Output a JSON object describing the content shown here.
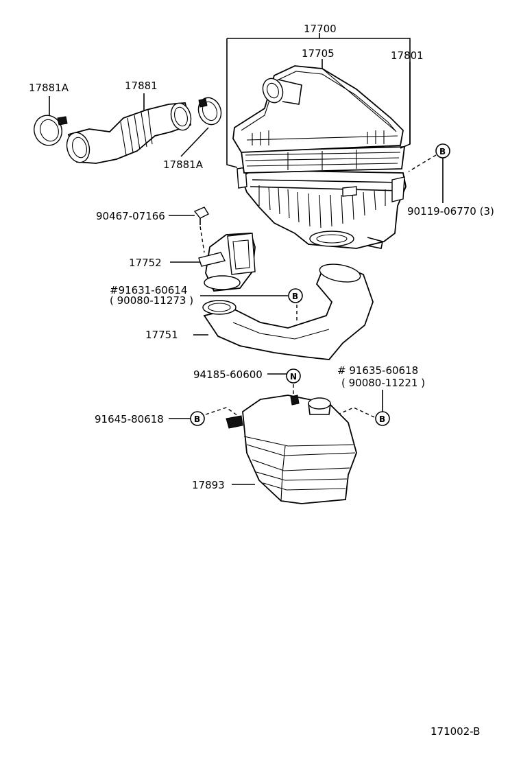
{
  "callouts": {
    "assembly": "17700",
    "cap": "17705",
    "element": "17801",
    "clamp_left": "17881A",
    "hose": "17881",
    "clamp_right": "17881A",
    "screw": "90467-07166",
    "inlet": "17752",
    "bolt_upper_a": "#91631-60614",
    "bolt_upper_b": "( 90080-11273 )",
    "duct": "17751",
    "nut": "94185-60600",
    "bolt_lower_right_a": "# 91635-60618",
    "bolt_lower_right_b": "( 90080-11221 )",
    "bolt_lower_left": "91645-80618",
    "resonator": "17893",
    "bolt_cleaner": "90119-06770 (3)",
    "marker_b": "B",
    "marker_n": "N"
  },
  "footer": {
    "diagram_number": "171002-B"
  }
}
